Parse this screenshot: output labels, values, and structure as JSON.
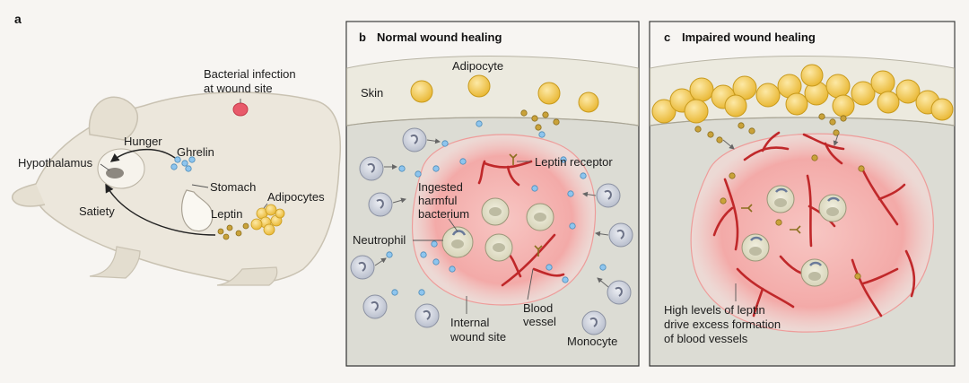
{
  "panel_a": {
    "letter": "a",
    "labels": {
      "bacterial_infection_line1": "Bacterial infection",
      "bacterial_infection_line2": "at wound site",
      "hunger": "Hunger",
      "ghrelin": "Ghrelin",
      "hypothalamus": "Hypothalamus",
      "stomach": "Stomach",
      "adipocytes": "Adipocytes",
      "satiety": "Satiety",
      "leptin": "Leptin"
    }
  },
  "panel_b": {
    "letter": "b",
    "title": "Normal wound healing",
    "labels": {
      "adipocyte": "Adipocyte",
      "skin": "Skin",
      "leptin_receptor": "Leptin receptor",
      "ingested_line1": "Ingested",
      "ingested_line2": "harmful",
      "ingested_line3": "bacterium",
      "neutrophil": "Neutrophil",
      "blood_line1": "Blood",
      "blood_line2": "vessel",
      "internal_line1": "Internal",
      "internal_line2": "wound site",
      "monocyte": "Monocyte"
    }
  },
  "panel_c": {
    "letter": "c",
    "title": "Impaired wound healing",
    "caption_line1": "High levels of leptin",
    "caption_line2": "drive excess formation",
    "caption_line3": "of blood vessels"
  },
  "colors": {
    "background": "#f7f5f2",
    "rat_body": "#ece7dc",
    "skin_layer": "#eceadf",
    "tissue": "#dcdcd4",
    "wound": "#f3b3b3",
    "adipocyte": "#f2c94c",
    "leptin_dot": "#c9a23a",
    "ghrelin_dot": "#8ec5ee",
    "vessel": "#c0282a",
    "neutrophil": "#e7e5cf",
    "monocyte": "#c9cdd8"
  }
}
